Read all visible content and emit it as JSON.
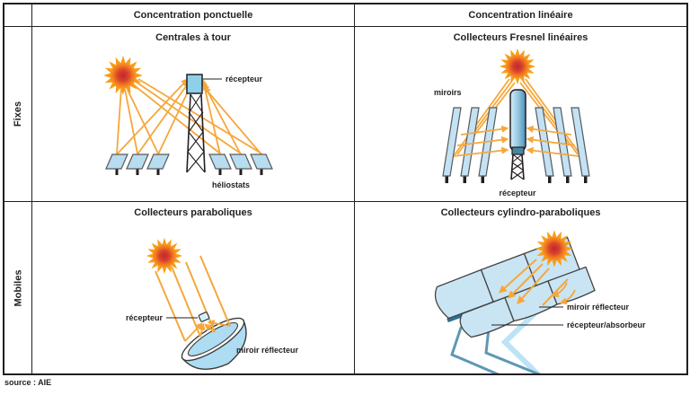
{
  "table": {
    "col_headers": [
      "Concentration ponctuelle",
      "Concentration linéaire"
    ],
    "row_headers": [
      "Fixes",
      "Mobiles"
    ],
    "cells": {
      "tower": {
        "title": "Centrales à tour",
        "labels": {
          "receiver": "récepteur",
          "heliostats": "héliostats"
        }
      },
      "fresnel": {
        "title": "Collecteurs Fresnel linéaires",
        "labels": {
          "mirrors": "miroirs",
          "receiver": "récepteur"
        }
      },
      "parabolic": {
        "title": "Collecteurs paraboliques",
        "labels": {
          "receiver": "récepteur",
          "mirror": "miroir réflecteur"
        }
      },
      "trough": {
        "title": "Collecteurs cylindro-paraboliques",
        "labels": {
          "mirror": "miroir réflecteur",
          "receiver": "récepteur/absorbeur"
        }
      }
    }
  },
  "source": "source : AIE",
  "colors": {
    "border": "#231F20",
    "ray_orange": "#F6A73B",
    "sun_center_red": "#C1272D",
    "sun_orange": "#F9A11B",
    "mirror_light_blue": "#B8DCF0",
    "receiver_blue": "#8ECFEA",
    "steel_blue": "#5E98B5",
    "shadow_blue": "#BDE3F6"
  }
}
